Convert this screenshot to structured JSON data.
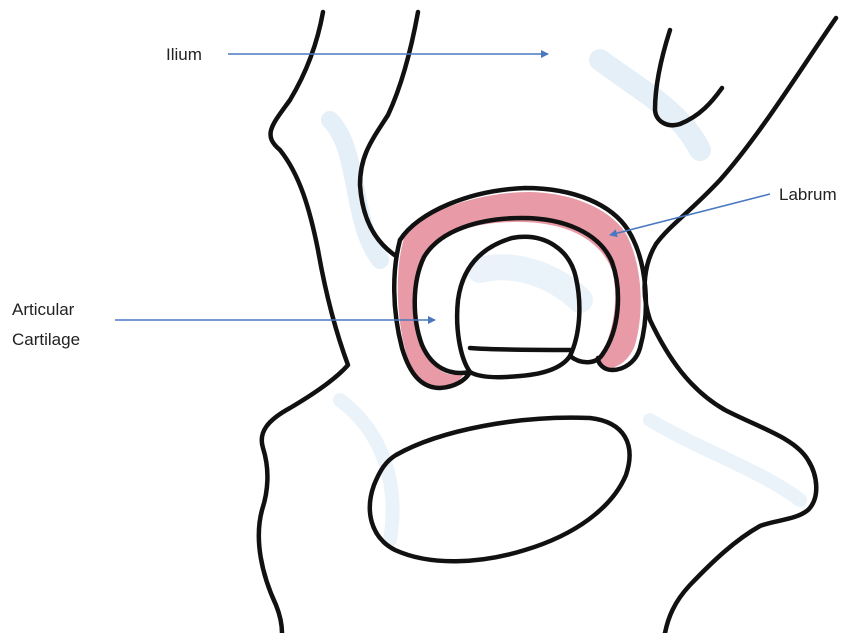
{
  "labels": {
    "ilium": "Ilium",
    "labrum": "Labrum",
    "articular_line1": "Articular",
    "articular_line2": "Cartilage"
  },
  "colors": {
    "outline": "#111111",
    "labrum_fill": "#e07a88",
    "arrow": "#4a78c0",
    "sketch_shading": "#cfe2f3",
    "paper": "#ffffff"
  }
}
